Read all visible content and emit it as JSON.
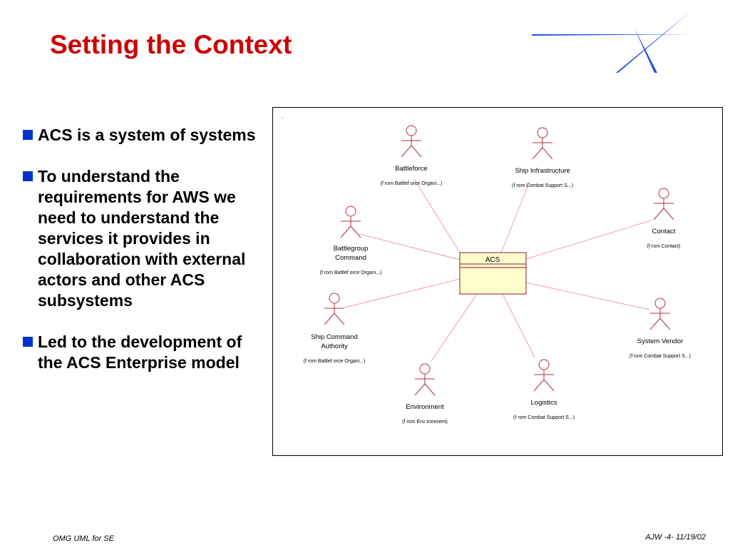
{
  "slide": {
    "title": "Setting the Context",
    "bullets": [
      "ACS is a system of systems",
      "To understand  the requirements for AWS we need to understand the services it provides in collaboration with external actors and other ACS subsystems",
      "Led to the development of the ACS Enterprise model"
    ]
  },
  "colors": {
    "title": "#cc0000",
    "bullet_marker": "#0033cc",
    "actor": "#b03040",
    "association": "#e8a0a8",
    "system_fill": "#ffffcc",
    "system_stroke": "#8b1a2b",
    "logo": "#1a4fd6"
  },
  "diagram": {
    "tick": "`",
    "system": {
      "name": "ACS"
    },
    "actors": [
      {
        "name": "Battleforce",
        "source": "(f rom Battlef orce Organi...)"
      },
      {
        "name": "Ship Infrastructure",
        "source": "(f rom Combat Support S...)"
      },
      {
        "name": "Contact",
        "source": "(f rom Contact)"
      },
      {
        "name": "Battlegroup Command",
        "source": "(f rom Battlef orce Organi...)"
      },
      {
        "name": "Ship Command Authority",
        "source": "(f rom Battlef orce Organi...)"
      },
      {
        "name": "System Vendor",
        "source": "(f rom Combat Support S...)"
      },
      {
        "name": "Logistics",
        "source": "(f rom Combat Support S...)"
      },
      {
        "name": "Environment",
        "source": "(f rom Env ironment)"
      }
    ]
  },
  "footer": {
    "left": "OMG UML for SE",
    "right": "AJW -4- 11/19/02"
  }
}
